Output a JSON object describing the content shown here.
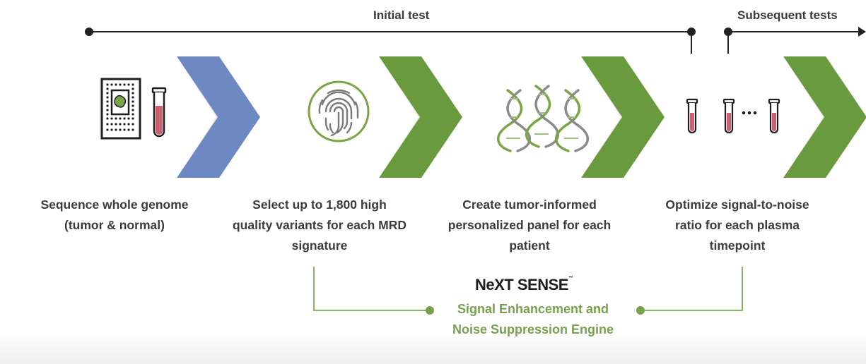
{
  "timeline": {
    "initial_label": "Initial test",
    "subsequent_label": "Subsequent tests"
  },
  "steps": [
    {
      "line1": "Sequence whole genome",
      "line2": "(tumor & normal)",
      "line3": "",
      "icon": "tumor-slide-and-blood-tube-icon",
      "accent": "#6e88c4"
    },
    {
      "line1": "Select up to 1,800 high",
      "line2": "quality variants for each MRD",
      "line3": "signature",
      "icon": "fingerprint-icon",
      "accent": "#6a9a3e"
    },
    {
      "line1": "Create tumor-informed",
      "line2": "personalized panel for each",
      "line3": "patient",
      "icon": "dna-strands-icon",
      "accent": "#6a9a3e"
    },
    {
      "line1": "Optimize signal-to-noise",
      "line2": "ratio for each plasma",
      "line3": "timepoint",
      "icon": "plasma-tubes-icon",
      "accent": "#6a9a3e"
    }
  ],
  "engine": {
    "brand": "NeXT SENSE",
    "trademark": "™",
    "line1": "Signal Enhancement and",
    "line2": "Noise Suppression Engine"
  },
  "colors": {
    "blue_accent": "#6e88c4",
    "green_accent": "#6a9a3e",
    "engine_text": "#78a14d",
    "timeline": "#222222",
    "tube_fill": "#c9616e"
  }
}
